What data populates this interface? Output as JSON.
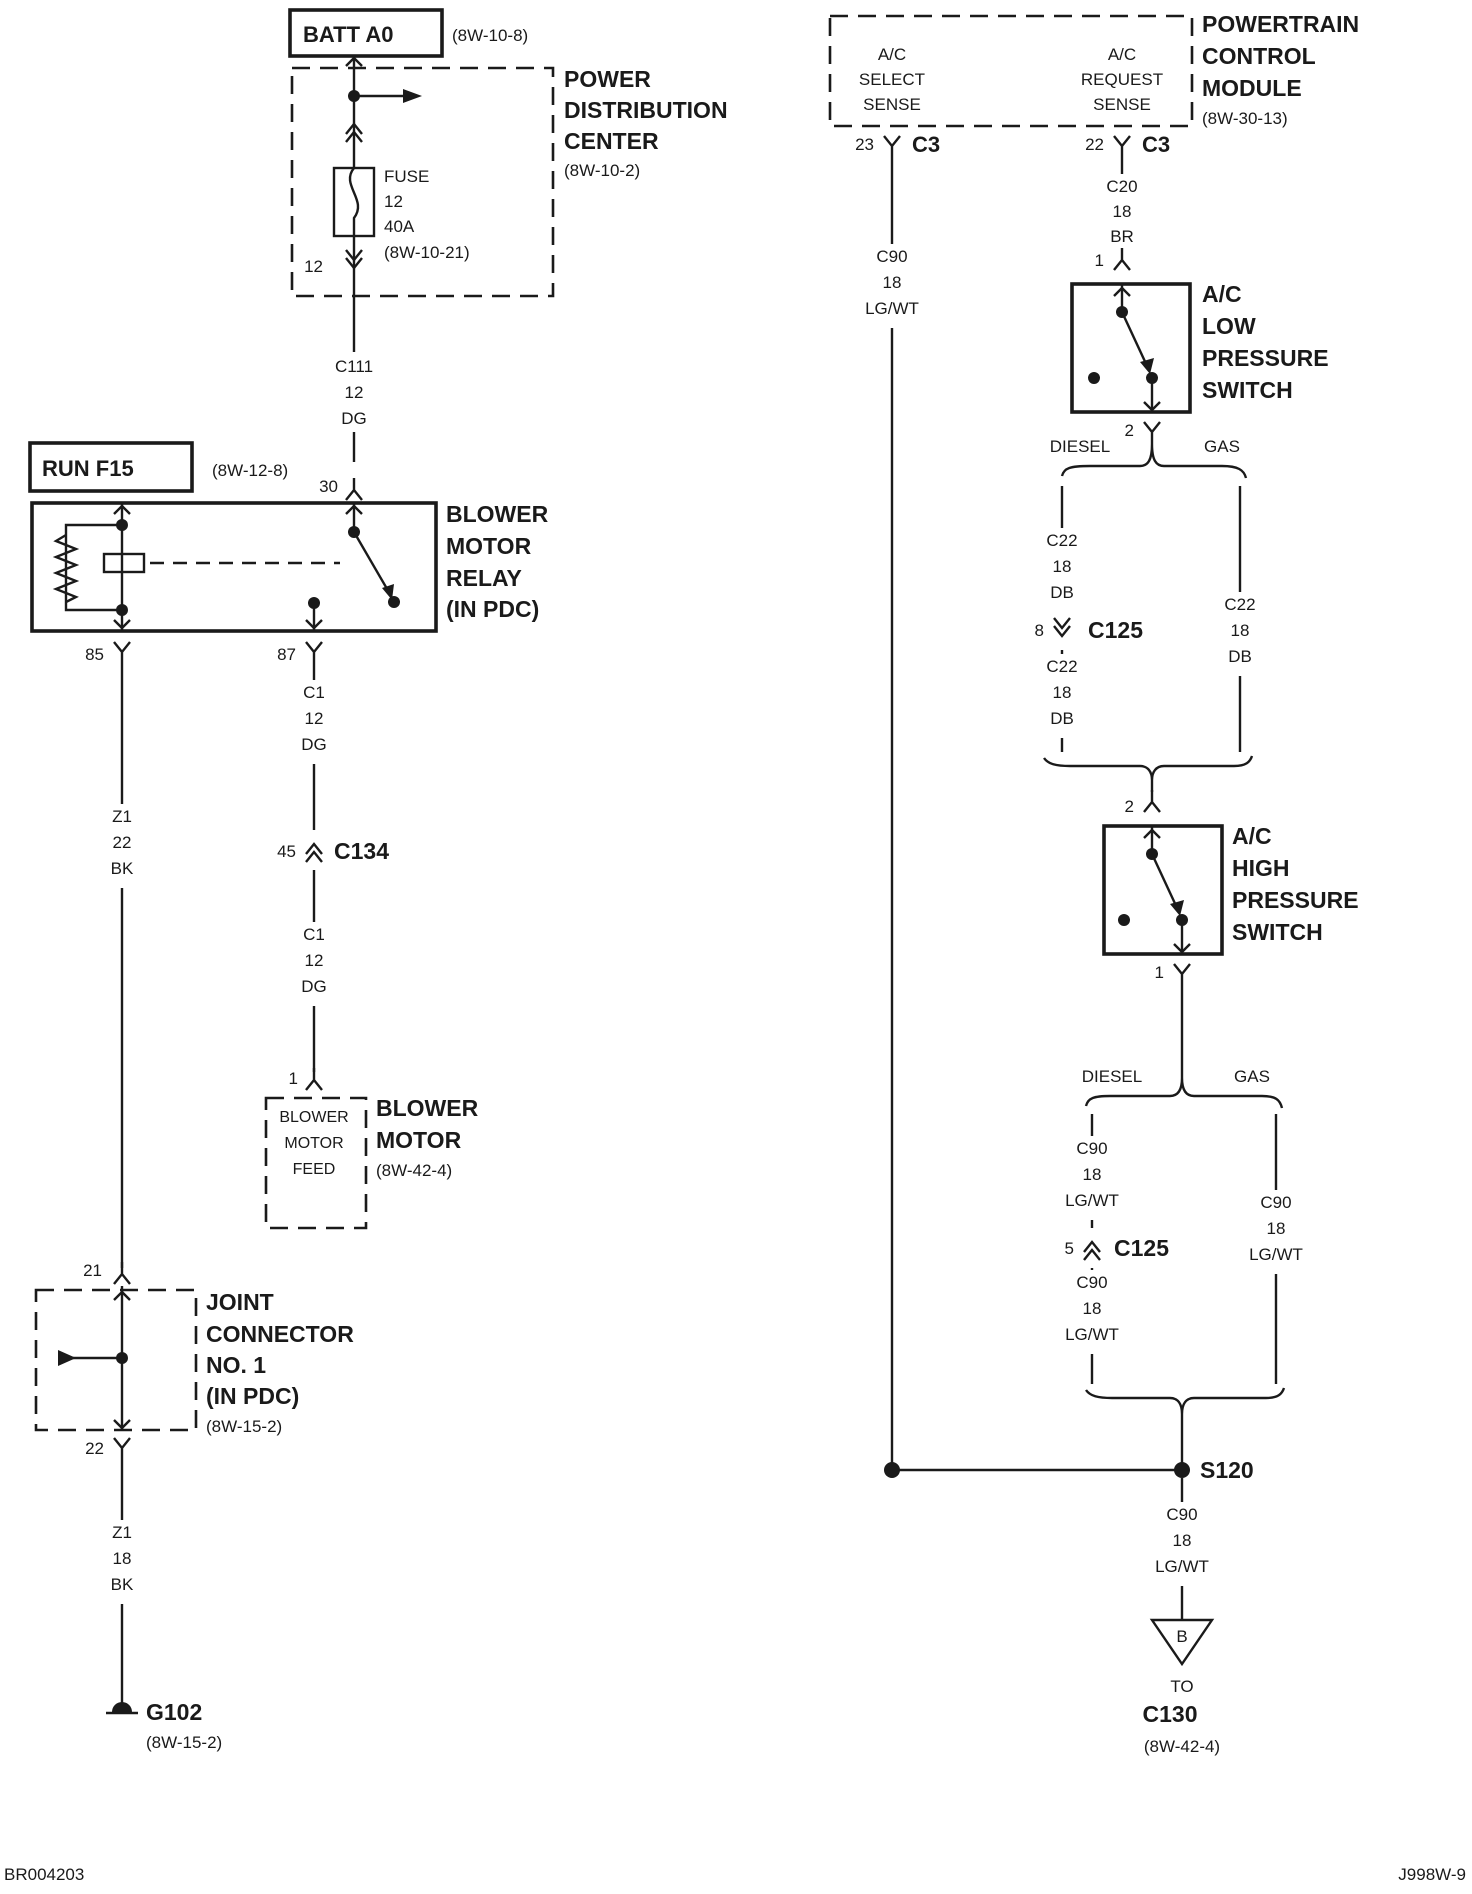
{
  "left": {
    "batt": {
      "label": "BATT A0",
      "ref": "(8W-10-8)"
    },
    "pdc": {
      "title": [
        "POWER",
        "DISTRIBUTION",
        "CENTER"
      ],
      "ref": "(8W-10-2)",
      "fuse": [
        "FUSE",
        "12",
        "40A",
        "(8W-10-21)"
      ],
      "pin": "12"
    },
    "wire_c111": [
      "C111",
      "12",
      "DG"
    ],
    "run": {
      "label": "RUN F15",
      "ref": "(8W-12-8)"
    },
    "relay": {
      "title": [
        "BLOWER",
        "MOTOR",
        "RELAY",
        "(IN PDC)"
      ],
      "pin30": "30",
      "pin85": "85",
      "pin87": "87"
    },
    "wire_c1a": [
      "C1",
      "12",
      "DG"
    ],
    "c134": {
      "pin": "45",
      "label": "C134"
    },
    "wire_c1b": [
      "C1",
      "12",
      "DG"
    ],
    "blower_motor": {
      "pin": "1",
      "inner": [
        "BLOWER",
        "MOTOR",
        "FEED"
      ],
      "title": [
        "BLOWER",
        "MOTOR"
      ],
      "ref": "(8W-42-4)"
    },
    "wire_z1a": [
      "Z1",
      "22",
      "BK"
    ],
    "joint": {
      "pin_top": "21",
      "pin_bottom": "22",
      "title": [
        "JOINT",
        "CONNECTOR",
        "NO. 1",
        "(IN PDC)"
      ],
      "ref": "(8W-15-2)"
    },
    "wire_z1b": [
      "Z1",
      "18",
      "BK"
    ],
    "ground": {
      "label": "G102",
      "ref": "(8W-15-2)"
    }
  },
  "right": {
    "pcm": {
      "title": [
        "POWERTRAIN",
        "CONTROL",
        "MODULE"
      ],
      "ref": "(8W-30-13)",
      "select": [
        "A/C",
        "SELECT",
        "SENSE"
      ],
      "request": [
        "A/C",
        "REQUEST",
        "SENSE"
      ],
      "pin_select": "23",
      "conn_select": "C3",
      "pin_request": "22",
      "conn_request": "C3"
    },
    "wire_c90_left": [
      "C90",
      "18",
      "LG/WT"
    ],
    "wire_c20": [
      "C20",
      "18",
      "BR"
    ],
    "low_switch": {
      "pin_top": "1",
      "pin_bottom": "2",
      "title": [
        "A/C",
        "LOW",
        "PRESSURE",
        "SWITCH"
      ]
    },
    "branch1": {
      "diesel": "DIESEL",
      "gas": "GAS",
      "wire_top": [
        "C22",
        "18",
        "DB"
      ],
      "conn_pin": "8",
      "conn": "C125",
      "wire_bottom": [
        "C22",
        "18",
        "DB"
      ],
      "wire_gas": [
        "C22",
        "18",
        "DB"
      ]
    },
    "high_switch": {
      "pin_top": "2",
      "pin_bottom": "1",
      "title": [
        "A/C",
        "HIGH",
        "PRESSURE",
        "SWITCH"
      ]
    },
    "branch2": {
      "diesel": "DIESEL",
      "gas": "GAS",
      "wire_top": [
        "C90",
        "18",
        "LG/WT"
      ],
      "conn_pin": "5",
      "conn": "C125",
      "wire_bottom": [
        "C90",
        "18",
        "LG/WT"
      ],
      "wire_gas": [
        "C90",
        "18",
        "LG/WT"
      ]
    },
    "splice": "S120",
    "wire_c90_out": [
      "C90",
      "18",
      "LG/WT"
    ],
    "offpage": {
      "letter": "B",
      "to": "TO",
      "conn": "C130",
      "ref": "(8W-42-4)"
    }
  },
  "footer": {
    "left": "BR004203",
    "right": "J998W-9"
  }
}
